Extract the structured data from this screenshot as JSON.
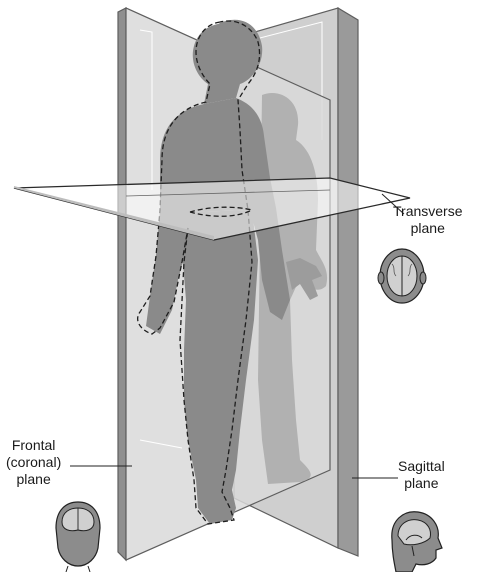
{
  "labels": {
    "transverse": {
      "line1": "Transverse",
      "line2": "plane"
    },
    "frontal": {
      "line1": "Frontal",
      "line2": "(coronal)",
      "line3": "plane"
    },
    "sagittal": {
      "line1": "Sagittal",
      "line2": "plane"
    }
  },
  "colors": {
    "background": "#ffffff",
    "plane_fill": "#d2d2d2",
    "plane_light": "#e4e4e4",
    "plane_edge": "#6e6e6e",
    "outline": "#2a2a2a",
    "body_fill": "#8a8a8a",
    "body_shadow": "#a9a9a9",
    "head_icon_fill": "#8c8c8c",
    "brain_fill": "#cfcfcf"
  },
  "icons": [
    "head-top-view-icon",
    "head-front-view-icon",
    "head-side-view-icon"
  ]
}
